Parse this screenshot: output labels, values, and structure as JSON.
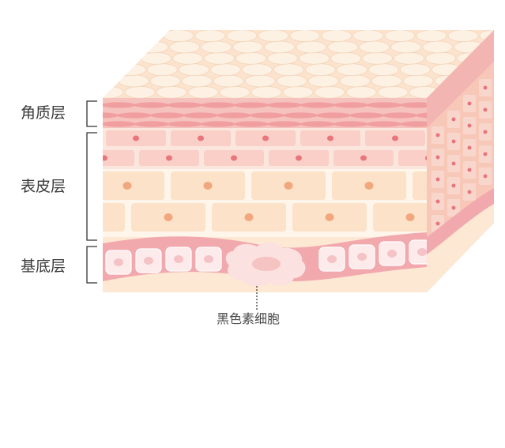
{
  "labels": {
    "stratum_corneum": "角质层",
    "epidermis": "表皮层",
    "basal_layer": "基底层",
    "melanocyte": "黑色素细胞"
  },
  "colors": {
    "top_surface": "#fbe3cd",
    "top_bump": "#fdf1e4",
    "corneum_band": "#f6c2bd",
    "corneum_cell": "#f09e9f",
    "upper_cell": "#f9cfc7",
    "upper_bg": "#fbe6de",
    "lower_cell": "#fbe2c8",
    "lower_bg": "#fff5ea",
    "nucleus_pink": "#e8767b",
    "nucleus_orange": "#f2a77f",
    "basal_band": "#f2a9ae",
    "basal_cell": "#fdeaeb",
    "dermis": "#fde8d4",
    "side_face": "#f7c8b8",
    "bracket": "#333333"
  }
}
